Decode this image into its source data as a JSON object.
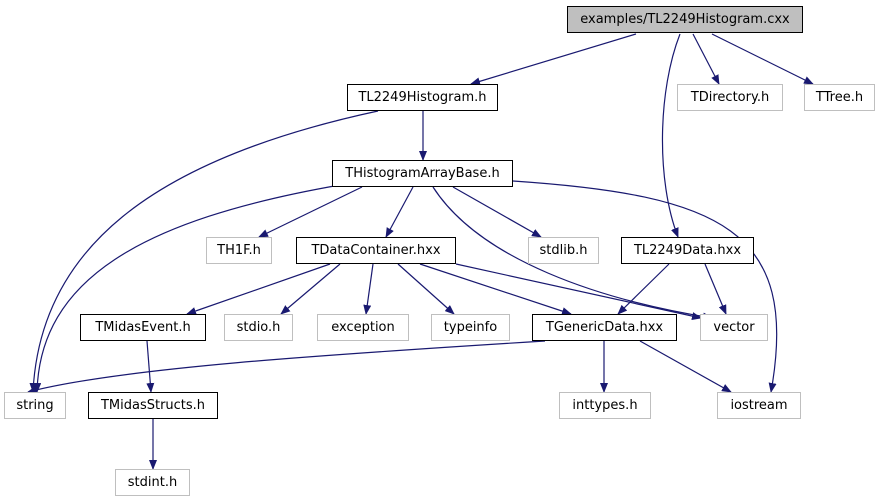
{
  "graph": {
    "edge_color": "#191970",
    "nodes": {
      "root": "examples/TL2249Histogram.cxx",
      "tl2249histogram_h": "TL2249Histogram.h",
      "tdirectory_h": "TDirectory.h",
      "ttree_h": "TTree.h",
      "thistogramarraybase_h": "THistogramArrayBase.h",
      "th1f_h": "TH1F.h",
      "tdatacontainer_hxx": "TDataContainer.hxx",
      "stdlib_h": "stdlib.h",
      "tl2249data_hxx": "TL2249Data.hxx",
      "tmidasevent_h": "TMidasEvent.h",
      "stdio_h": "stdio.h",
      "exception": "exception",
      "typeinfo": "typeinfo",
      "tgenericdata_hxx": "TGenericData.hxx",
      "vector": "vector",
      "string": "string",
      "tmidasstructs_h": "TMidasStructs.h",
      "inttypes_h": "inttypes.h",
      "iostream": "iostream",
      "stdint_h": "stdint.h"
    }
  }
}
